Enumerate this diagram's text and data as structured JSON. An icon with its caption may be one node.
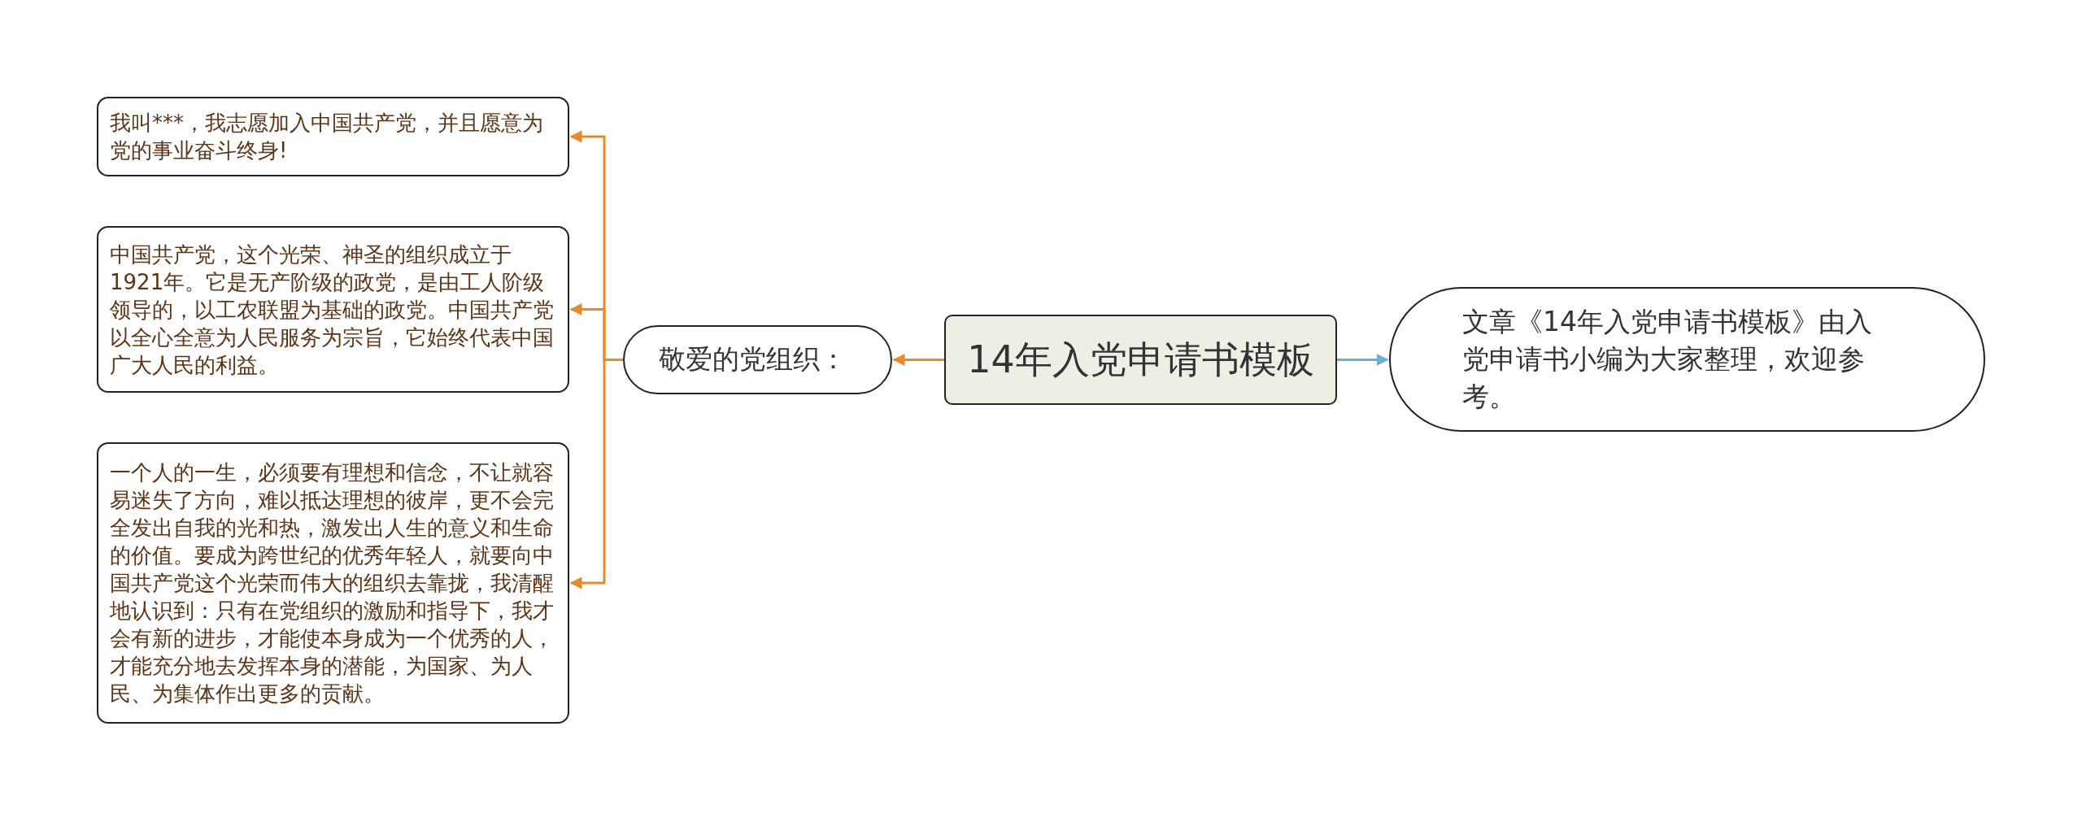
{
  "diagram": {
    "nodes": [
      {
        "text": [
          "14年入党申请书模板"
        ]
      },
      {
        "text": [
          "敬爱的党组织："
        ]
      },
      {
        "text": [
          "我叫***，我志愿加入中国共产党，并且愿意为党的事业奋斗终身!"
        ]
      },
      {
        "text": [
          "中国共产党，这个光荣、神圣的组织成立于1921年。它是无产阶级的政党，是由工人阶级领导的，以工农联盟为基础的政党。中国共产党以全心全意为人民服务为宗旨，它始终代表中国广大人民的利益。"
        ]
      },
      {
        "text": [
          "一个人的一生，必须要有理想和信念，不让就容易迷失了方向，难以抵达理想的彼岸，更不会完全发出自我的光和热，激发出人生的意义和生命的价值。要成为跨世纪的优秀年轻人，就要向中国共产党这个光荣而伟大的组织去靠拢，我清醒地认识到：只有在党组织的激励和指导下，我才会有新的进步，才能使本身成为一个优秀的人，才能充分地去发挥本身的潜能，为国家、为人民、为集体作出更多的贡献。"
        ]
      },
      {
        "text": [
          "文章《14年入党申请书模板》由入党申请书小编为大家整理，欢迎参考。"
        ]
      }
    ],
    "edges": [
      {
        "from": 0,
        "to": 1,
        "arrow": "to",
        "color": "#e8892b"
      },
      {
        "from": 1,
        "to": 2,
        "arrow": "to",
        "color": "#e8892b"
      },
      {
        "from": 1,
        "to": 3,
        "arrow": "to",
        "color": "#e8892b"
      },
      {
        "from": 1,
        "to": 4,
        "arrow": "to",
        "color": "#e8892b"
      },
      {
        "from": 0,
        "to": 5,
        "arrow": "to",
        "color": "#6aaed6"
      }
    ]
  }
}
